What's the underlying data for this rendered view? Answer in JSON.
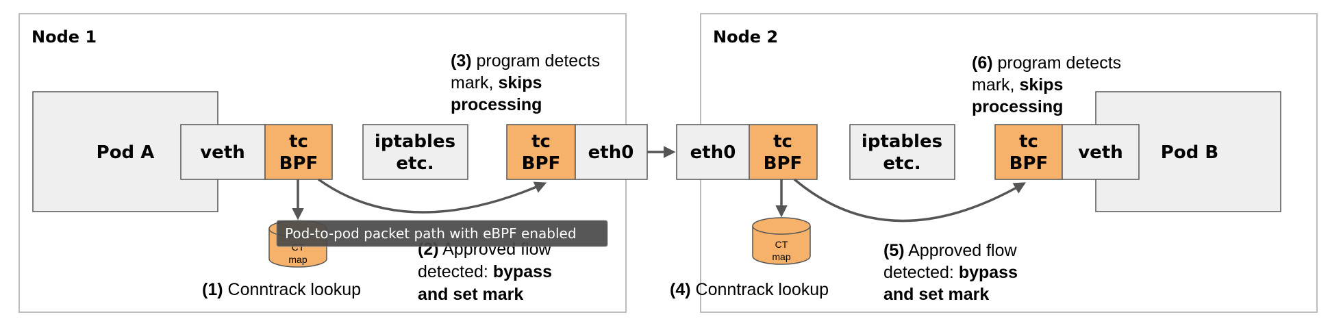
{
  "node1": {
    "title": "Node 1",
    "pod": "Pod A",
    "veth": "veth",
    "tc_line1": "tc",
    "tc_line2": "BPF",
    "iptables_line1": "iptables",
    "iptables_line2": "etc.",
    "tc2_line1": "tc",
    "tc2_line2": "BPF",
    "eth0": "eth0",
    "ct_map_line1": "CT",
    "ct_map_line2": "map",
    "step1_num": "(1)",
    "step1_text": " Conntrack lookup",
    "step2_num": "(2)",
    "step2_text_a": " Approved flow",
    "step2_text_b": "detected: ",
    "step2_bold_b": "bypass",
    "step2_bold_c": "and set mark",
    "step3_num": "(3)",
    "step3_text_a": " program detects",
    "step3_text_b": "mark, ",
    "step3_bold_b": "skips",
    "step3_bold_c": "processing"
  },
  "node2": {
    "title": "Node 2",
    "eth0": "eth0",
    "tc_line1": "tc",
    "tc_line2": "BPF",
    "iptables_line1": "iptables",
    "iptables_line2": "etc.",
    "tc2_line1": "tc",
    "tc2_line2": "BPF",
    "veth": "veth",
    "pod": "Pod B",
    "ct_map_line1": "CT",
    "ct_map_line2": "map",
    "step4_num": "(4)",
    "step4_text": " Conntrack lookup",
    "step5_num": "(5)",
    "step5_text_a": " Approved flow",
    "step5_text_b": "detected: ",
    "step5_bold_b": "bypass",
    "step5_bold_c": "and set mark",
    "step6_num": "(6)",
    "step6_text_a": " program detects",
    "step6_text_b": "mark, ",
    "step6_bold_b": "skips",
    "step6_bold_c": "processing"
  },
  "tooltip": "Pod-to-pod packet path with eBPF enabled",
  "colors": {
    "bpf_fill": "#f6b26b",
    "box_fill": "#efefef",
    "stroke": "#555555",
    "tooltip_bg": "#4a4a4a"
  }
}
